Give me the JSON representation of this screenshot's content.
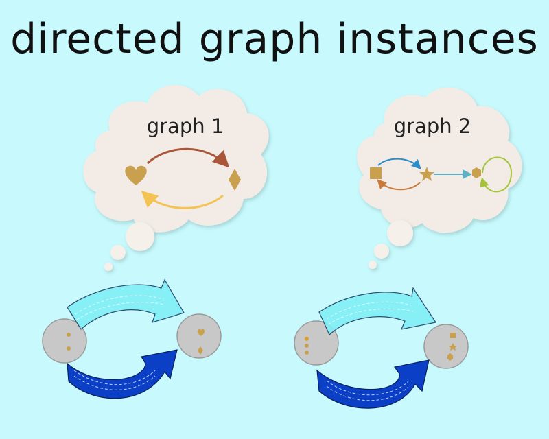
{
  "title": "directed graph instances",
  "graphs": [
    {
      "label": "graph 1"
    },
    {
      "label": "graph 2"
    }
  ],
  "colors": {
    "background": "#c8fafd",
    "cloud": "#f3ece6",
    "node_gold": "#c9a14e",
    "light_arrow": "#7eeef5",
    "dark_arrow": "#0b3fc6"
  }
}
